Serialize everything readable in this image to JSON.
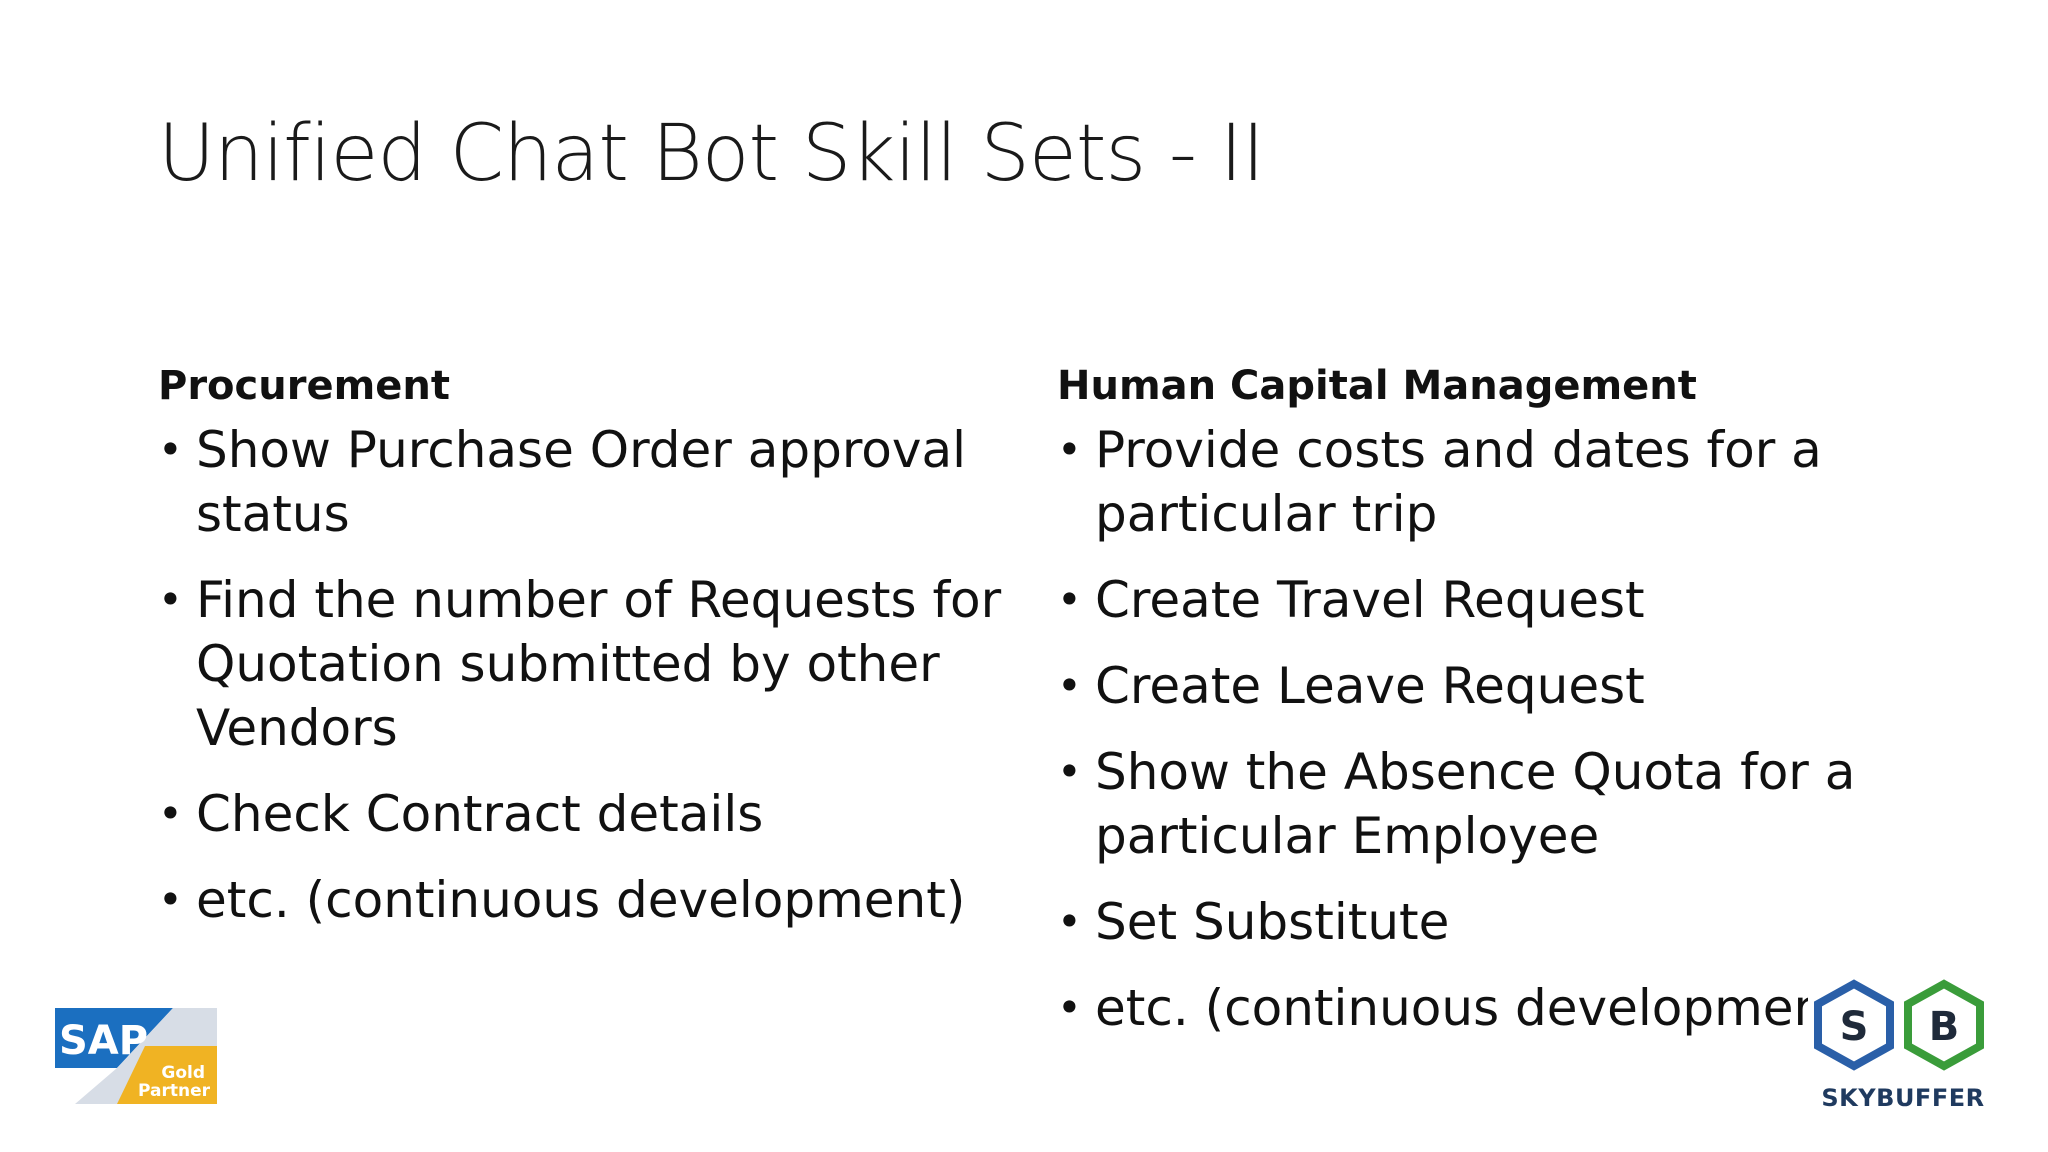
{
  "slide": {
    "title": "Unified Chat Bot Skill Sets - II"
  },
  "left_column": {
    "heading": "Procurement",
    "items": [
      "Show Purchase Order approval status",
      "Find the number of Requests for Quotation submitted by other Vendors",
      "Check Contract details",
      "etc. (continuous development)"
    ]
  },
  "right_column": {
    "heading": "Human Capital Management",
    "items": [
      "Provide costs and dates for a particular trip",
      "Create Travel Request",
      "Create Leave Request",
      "Show the Absence Quota for a particular Employee",
      "Set Substitute",
      "etc. (continuous development"
    ]
  },
  "logos": {
    "sap": {
      "brand": "SAP",
      "badge_line1": "Gold",
      "badge_line2": "Partner",
      "blue": "#1b6fc0",
      "gold": "#f0b323"
    },
    "skybuffer": {
      "letter_left": "S",
      "letter_right": "B",
      "name": "SKYBUFFER",
      "hex_left_color": "#2a5fa8",
      "hex_right_color": "#3a9c3a"
    }
  },
  "bullet_glyph": "•"
}
